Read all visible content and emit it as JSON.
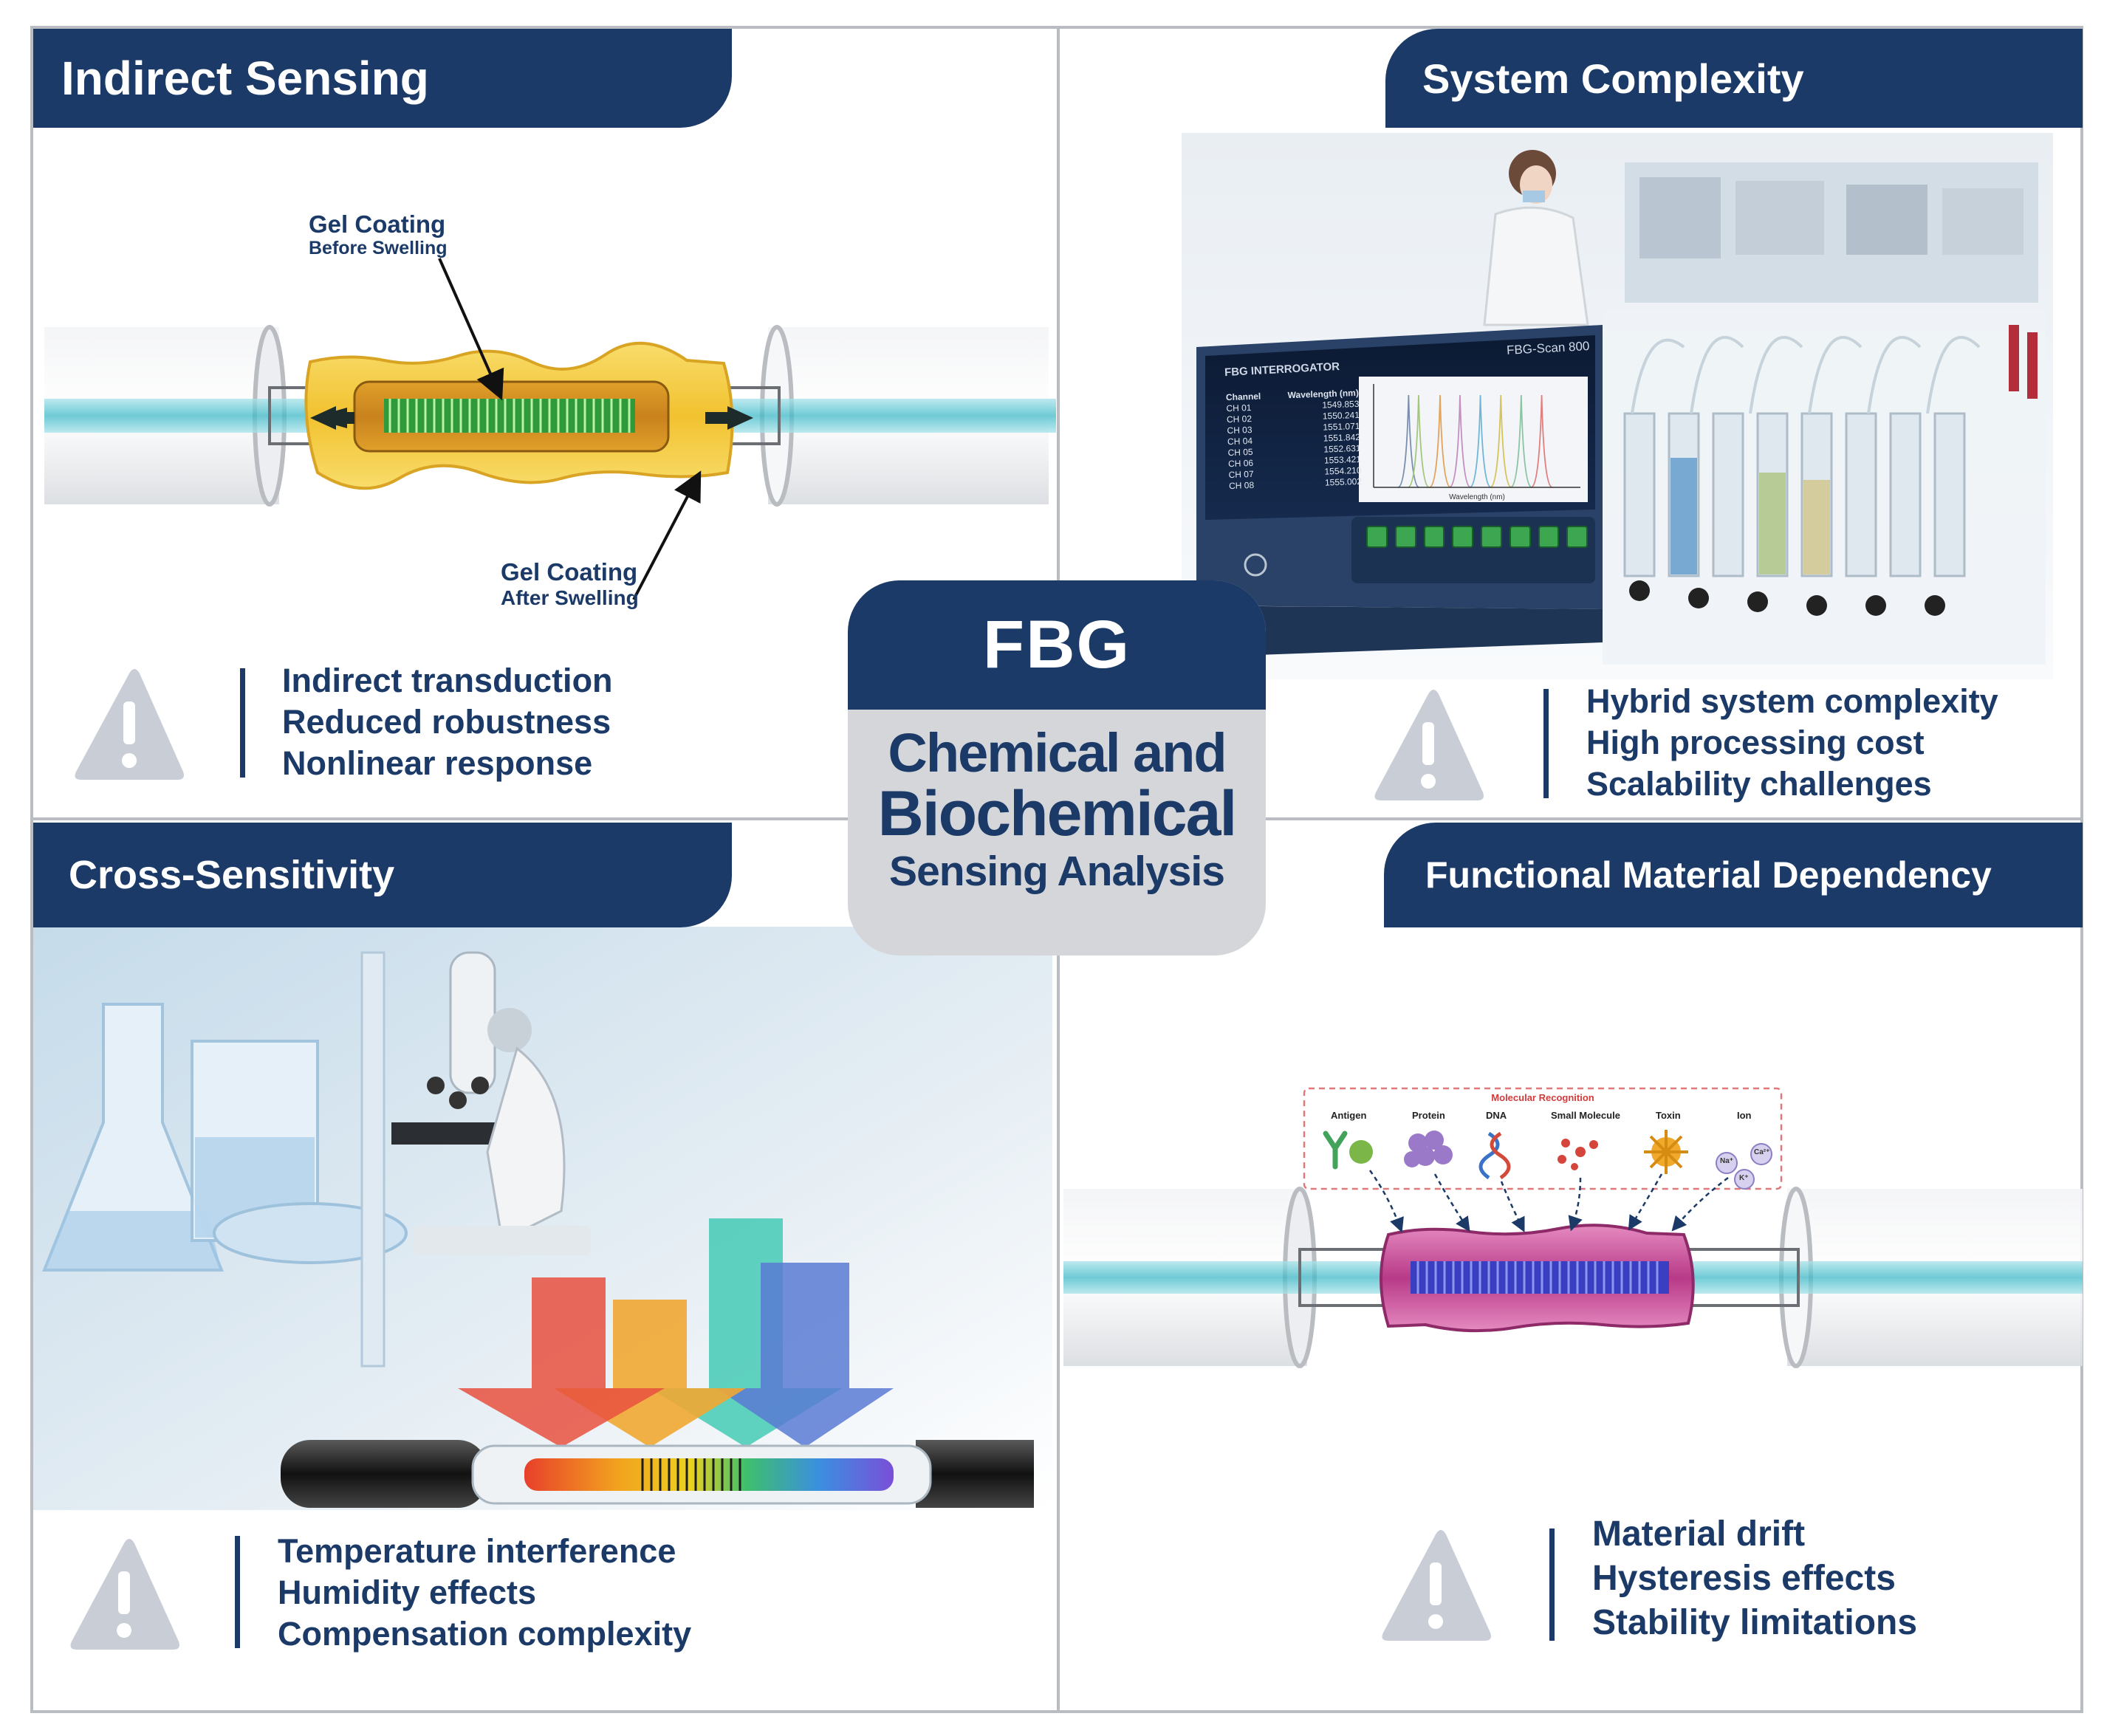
{
  "center": {
    "title": "FBG",
    "line1": "Chemical and",
    "line2": "Biochemical",
    "line3": "Sensing Analysis"
  },
  "q1": {
    "heading": "Indirect Sensing",
    "label_before_title": "Gel Coating",
    "label_before_sub": "Before Swelling",
    "label_after_title": "Gel Coating",
    "label_after_sub": "After Swelling",
    "issues": [
      "Indirect transduction",
      "Reduced robustness",
      "Nonlinear response"
    ]
  },
  "q2": {
    "heading": "System Complexity",
    "device_brand": "FBG INTERROGATOR",
    "device_model": "FBG-Scan 800",
    "col_channel": "Channel",
    "col_wavelength": "Wavelength (nm)",
    "channels": [
      {
        "ch": "CH 01",
        "wl": "1549.853"
      },
      {
        "ch": "CH 02",
        "wl": "1550.241"
      },
      {
        "ch": "CH 03",
        "wl": "1551.071"
      },
      {
        "ch": "CH 04",
        "wl": "1551.842"
      },
      {
        "ch": "CH 05",
        "wl": "1552.631"
      },
      {
        "ch": "CH 06",
        "wl": "1553.421"
      },
      {
        "ch": "CH 07",
        "wl": "1554.210"
      },
      {
        "ch": "CH 08",
        "wl": "1555.002"
      }
    ],
    "plot_xlabel": "Wavelength (nm)",
    "issues": [
      "Hybrid system complexity",
      "High processing cost",
      "Scalability challenges"
    ]
  },
  "q3": {
    "heading": "Cross-Sensitivity",
    "issues": [
      "Temperature interference",
      "Humidity effects",
      "Compensation complexity"
    ]
  },
  "q4": {
    "heading": "Functional Material Dependency",
    "recognition_title": "Molecular Recognition",
    "targets": [
      "Antigen",
      "Protein",
      "DNA",
      "Small Molecule",
      "Toxin",
      "Ion"
    ],
    "ions": [
      "Na⁺",
      "Ca²⁺",
      "K⁺"
    ],
    "issues": [
      "Material drift",
      "Hysteresis effects",
      "Stability limitations"
    ]
  },
  "colors": {
    "navy": "#1b3a67",
    "panel_gray": "#d4d6da",
    "warning_gray": "#c9ced6",
    "gel_yellow": "#f2c230",
    "grating_green": "#2f9a3a",
    "coating_magenta": "#c0408f",
    "grating_blue": "#3a3fc2",
    "fiber_cyan": "#3fb9c8"
  }
}
